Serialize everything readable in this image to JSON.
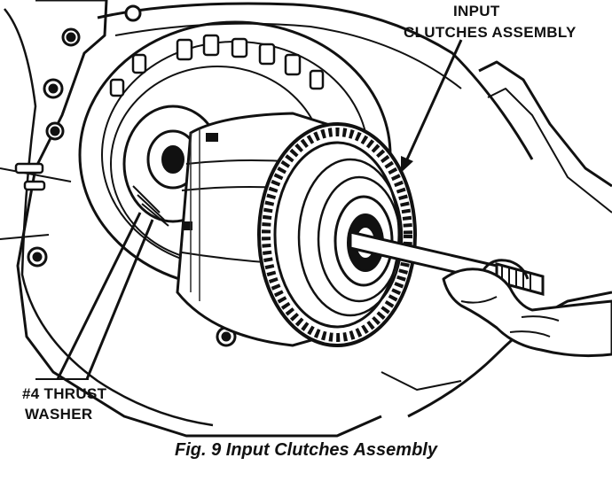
{
  "figure": {
    "callouts": {
      "input_clutches": {
        "line1": "INPUT",
        "line2": "CLUTCHES ASSEMBLY"
      },
      "thrust_washer": {
        "line1": "#4 THRUST",
        "line2": "WASHER"
      }
    },
    "caption": "Fig. 9 Input Clutches Assembly"
  },
  "colors": {
    "ink": "#111111",
    "paper": "#ffffff",
    "shade": "#2a2a2a"
  }
}
